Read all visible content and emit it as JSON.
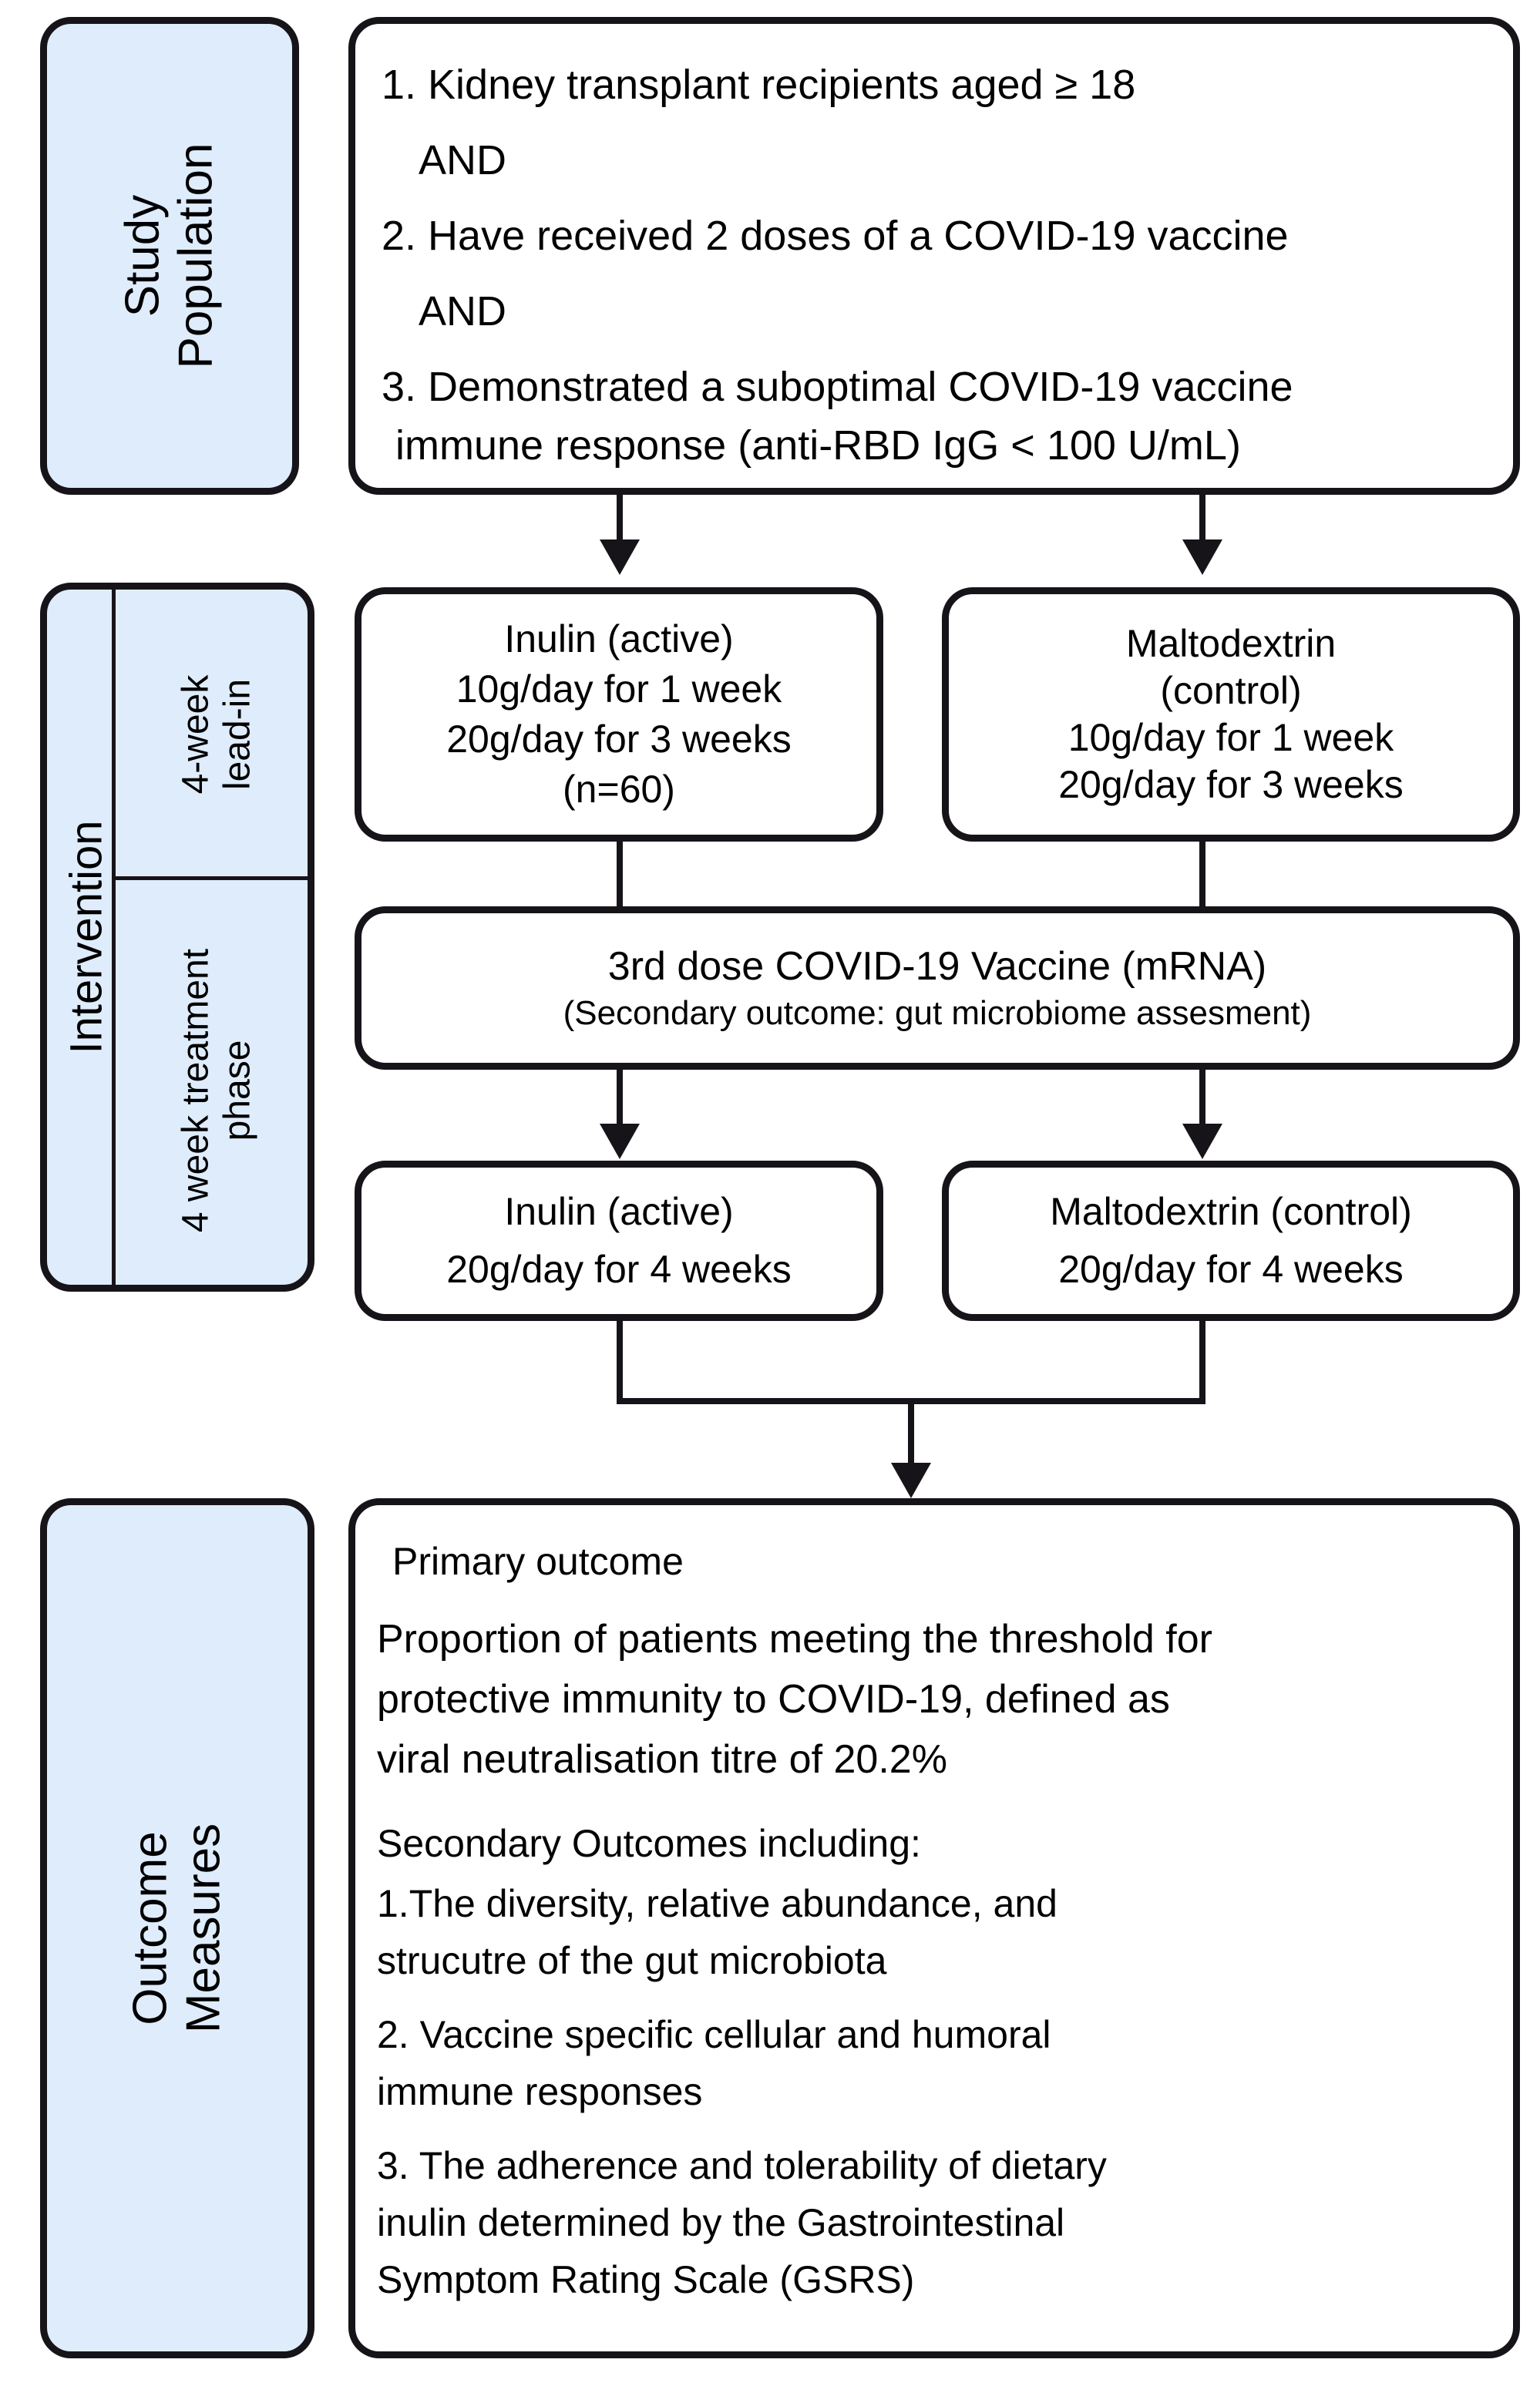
{
  "diagram": {
    "title": "Study design flowchart",
    "colors": {
      "panel_fill": "#dfecfb",
      "stroke": "#171419",
      "box_fill": "#ffffff"
    }
  },
  "sections": {
    "study_population": {
      "label": "Study\nPopulation",
      "label_line1": "Study",
      "label_line2": "Population",
      "criteria": [
        "1. Kidney transplant recipients aged ≥ 18",
        "AND",
        "2. Have received 2 doses of a COVID-19 vaccine",
        "AND",
        "3. Demonstrated a suboptimal COVID-19 vaccine",
        "immune response (anti-RBD IgG < 100 U/mL)"
      ]
    },
    "intervention": {
      "label": "Intervention",
      "phases": [
        {
          "label_line1": "4-week",
          "label_line2": "lead-in"
        },
        {
          "label_line1": "4 week treatment",
          "label_line2": "phase"
        }
      ]
    },
    "outcome_measures": {
      "label_line1": "Outcome",
      "label_line2": "Measures"
    }
  },
  "nodes": {
    "leadin_active": {
      "lines": [
        "Inulin (active)",
        "10g/day for 1 week",
        "20g/day for 3 weeks",
        "(n=60)"
      ]
    },
    "leadin_control": {
      "lines": [
        "Maltodextrin",
        "(control)",
        "10g/day for 1 week",
        "20g/day for 3 weeks"
      ]
    },
    "vaccine": {
      "lines": [
        "3rd dose COVID-19 Vaccine (mRNA)",
        "(Secondary outcome: gut microbiome assesment)"
      ]
    },
    "treatment_active": {
      "lines": [
        "Inulin (active)",
        "20g/day for 4 weeks"
      ]
    },
    "treatment_control": {
      "lines": [
        "Maltodextrin (control)",
        "20g/day for 4 weeks"
      ]
    },
    "outcomes": {
      "primary_heading": "Primary outcome",
      "primary_lines": [
        "Proportion of patients meeting the threshold for",
        "protective immunity to COVID-19, defined as",
        "viral neutralisation titre of 20.2%"
      ],
      "secondary_heading": " Secondary Outcomes including:",
      "secondary_items": [
        [
          "1.The diversity, relative abundance, and",
          "strucutre of the gut microbiota"
        ],
        [
          "2. Vaccine specific cellular and humoral",
          "immune responses"
        ],
        [
          "3. The adherence and tolerability of dietary",
          "inulin determined by the Gastrointestinal",
          "Symptom Rating Scale (GSRS)"
        ]
      ]
    }
  }
}
